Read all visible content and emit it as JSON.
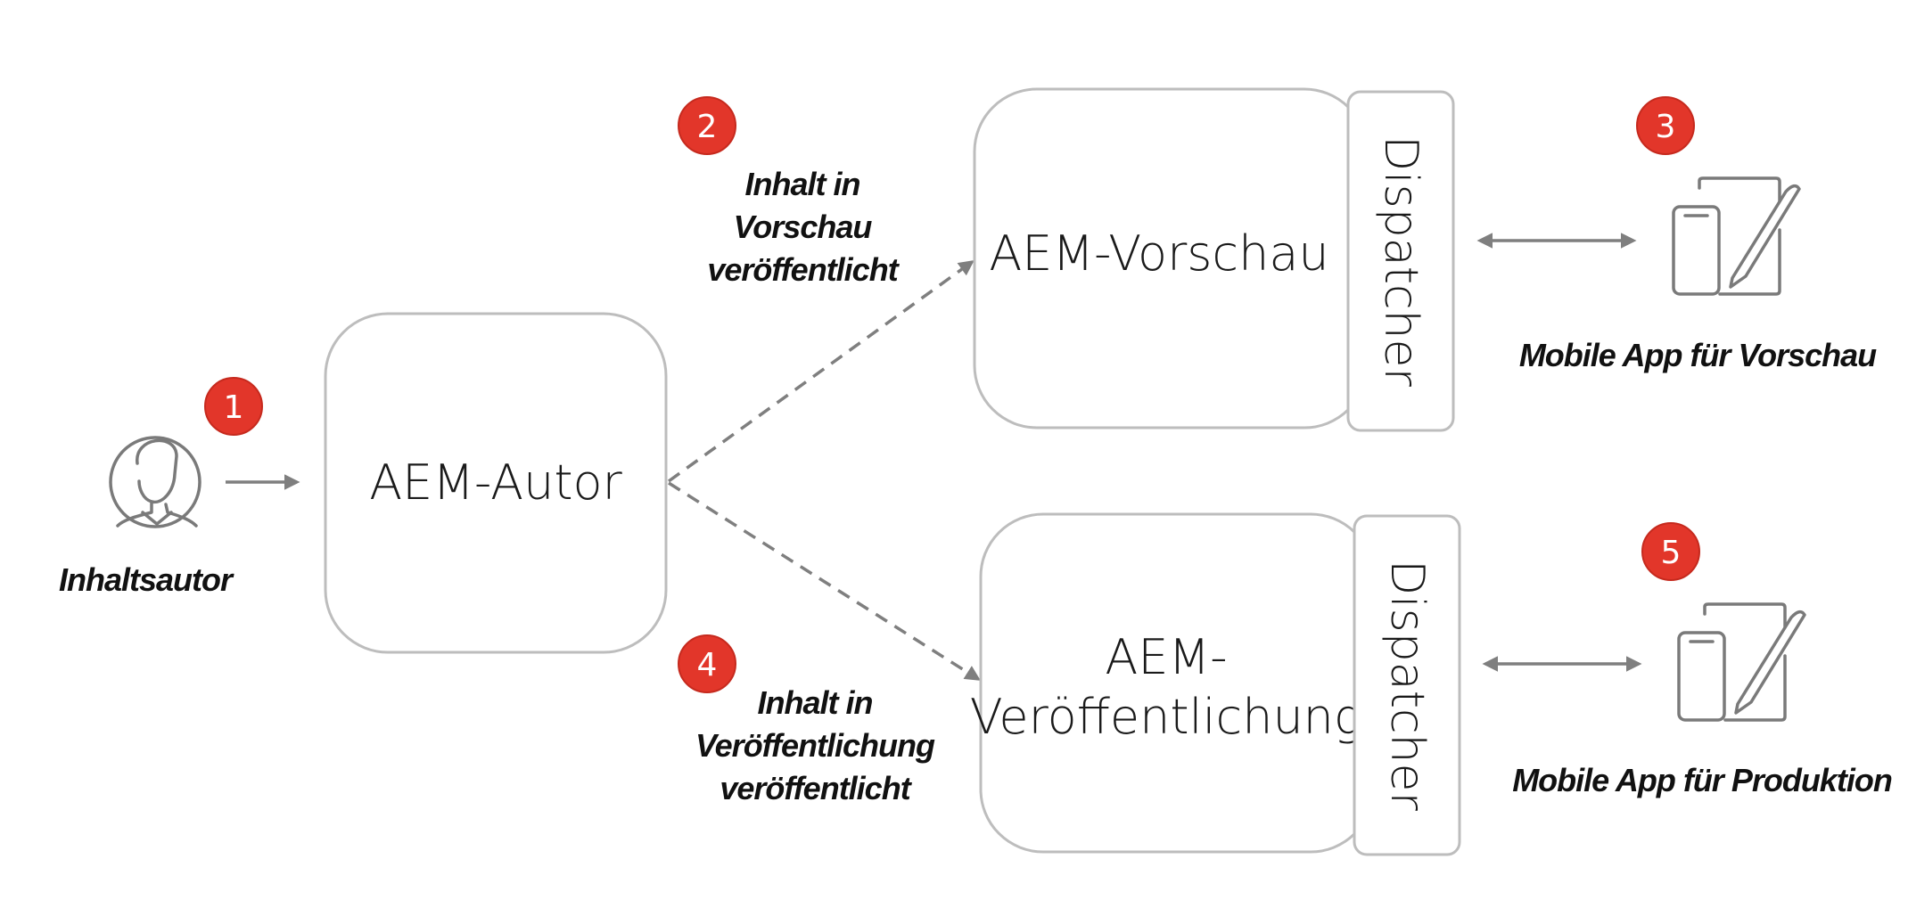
{
  "author": {
    "caption": "Inhaltsautor",
    "icon": "person-icon"
  },
  "aem_author": {
    "label": "AEM-Autor"
  },
  "aem_preview": {
    "label": "AEM-Vorschau",
    "dispatcher": "Dispatcher"
  },
  "aem_publish": {
    "label_line1": "AEM-",
    "label_line2": "Veröffentlichung",
    "dispatcher": "Dispatcher"
  },
  "preview_publish_note": {
    "line1": "Inhalt in",
    "line2": "Vorschau",
    "line3": "veröffentlicht"
  },
  "publish_note": {
    "line1": "Inhalt in",
    "line2": "Veröffentlichung",
    "line3": "veröffentlicht"
  },
  "preview_app": {
    "caption": "Mobile App für Vorschau",
    "icon": "mobile-devices-icon"
  },
  "production_app": {
    "caption": "Mobile App für Produktion",
    "icon": "mobile-devices-icon"
  },
  "badges": {
    "b1": "1",
    "b2": "2",
    "b3": "3",
    "b4": "4",
    "b5": "5"
  },
  "colors": {
    "badge": "#e2362a",
    "stroke": "#bdbdbd",
    "arrow": "#7f7f7f",
    "icon": "#7a7a7a"
  }
}
